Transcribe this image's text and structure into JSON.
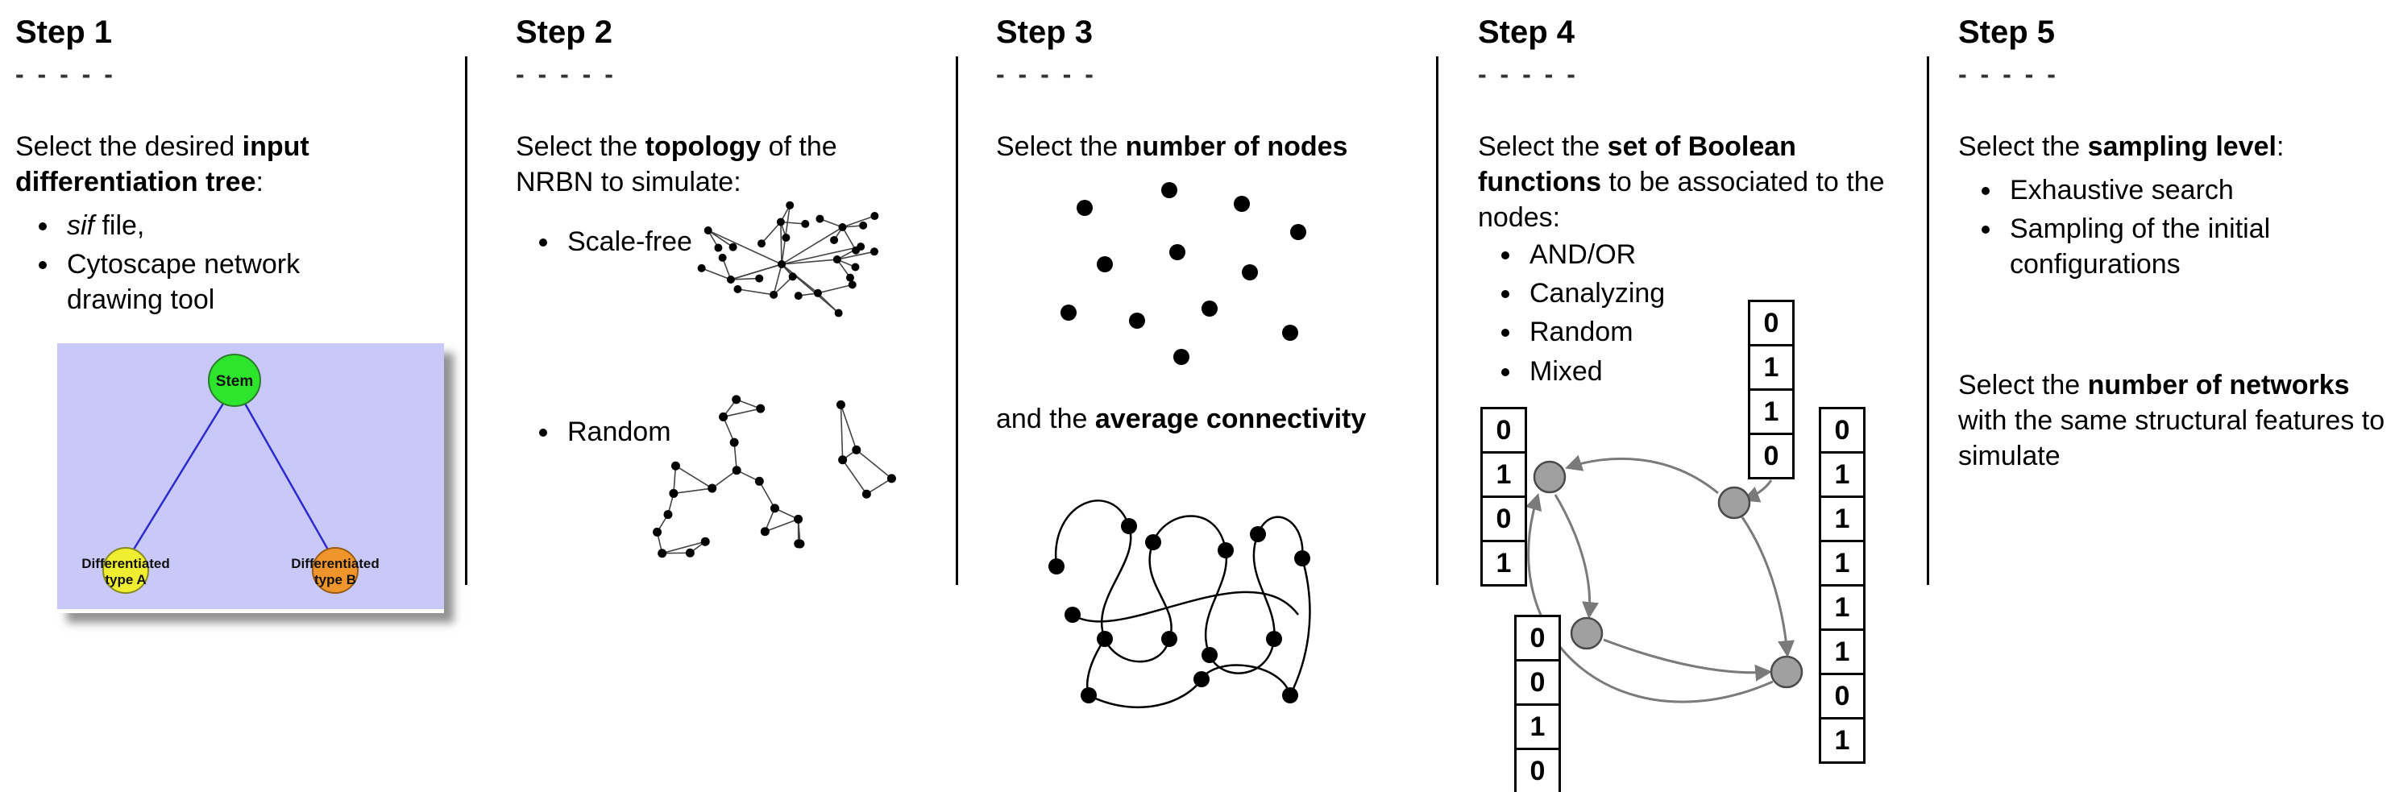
{
  "colors": {
    "tree_bg": "#c9c9f9",
    "stem_fill": "#2ee52e",
    "type_a_fill": "#f0ee30",
    "type_b_fill": "#f0952b",
    "tree_edge": "#2a2ad0",
    "boolean_node_fill": "#a0a0a0",
    "arrow": "#7a7a7a"
  },
  "step1": {
    "title": "Step 1",
    "dashes": "- - - - -",
    "intro": [
      {
        "t": "Select the desired "
      },
      {
        "t": "input differentiation tree",
        "b": 1
      },
      {
        "t": ":"
      }
    ],
    "bullets": [
      [
        {
          "t": "sif",
          "i": 1
        },
        {
          "t": " file,"
        }
      ],
      [
        {
          "t": "Cytoscape network drawing tool"
        }
      ]
    ],
    "tree": {
      "stem": "Stem",
      "type_a_line1": "Differentiated",
      "type_a_line2": "type A",
      "type_b_line1": "Differentiated",
      "type_b_line2": "type B"
    }
  },
  "step2": {
    "title": "Step 2",
    "dashes": "- - - - -",
    "intro": [
      {
        "t": "Select the "
      },
      {
        "t": "topology",
        "b": 1
      },
      {
        "t": " of the NRBN to simulate:"
      }
    ],
    "bullets_scale_free": [
      [
        {
          "t": "Scale-free"
        }
      ]
    ],
    "bullets_random": [
      [
        {
          "t": "Random"
        }
      ]
    ]
  },
  "step3": {
    "title": "Step 3",
    "dashes": "- - - - -",
    "intro": [
      {
        "t": "Select the "
      },
      {
        "t": "number of nodes",
        "b": 1
      }
    ],
    "second": [
      {
        "t": "and the "
      },
      {
        "t": "average connectivity",
        "b": 1
      }
    ]
  },
  "step4": {
    "title": "Step 4",
    "dashes": "- - - - -",
    "intro": [
      {
        "t": "Select the "
      },
      {
        "t": "set of Boolean functions",
        "b": 1
      },
      {
        "t": " to be associated to the nodes:"
      }
    ],
    "bullets": [
      [
        {
          "t": "AND/OR"
        }
      ],
      [
        {
          "t": "Canalyzing"
        }
      ],
      [
        {
          "t": "Random"
        }
      ],
      [
        {
          "t": "Mixed"
        }
      ]
    ],
    "tables": {
      "top": [
        "0",
        "1",
        "1",
        "0"
      ],
      "left": [
        "0",
        "1",
        "0",
        "1"
      ],
      "bottom_left": [
        "0",
        "0",
        "1",
        "0"
      ],
      "right": [
        "0",
        "1",
        "1",
        "1",
        "1",
        "1",
        "0",
        "1"
      ]
    }
  },
  "step5": {
    "title": "Step 5",
    "dashes": "- - - - -",
    "intro": [
      {
        "t": "Select the "
      },
      {
        "t": "sampling level",
        "b": 1
      },
      {
        "t": ":"
      }
    ],
    "bullets": [
      [
        {
          "t": "Exhaustive search"
        }
      ],
      [
        {
          "t": "Sampling of the initial configurations"
        }
      ]
    ],
    "second": [
      {
        "t": "Select the "
      },
      {
        "t": "number of networks",
        "b": 1
      },
      {
        "t": " with the same structural features to simulate"
      }
    ]
  }
}
